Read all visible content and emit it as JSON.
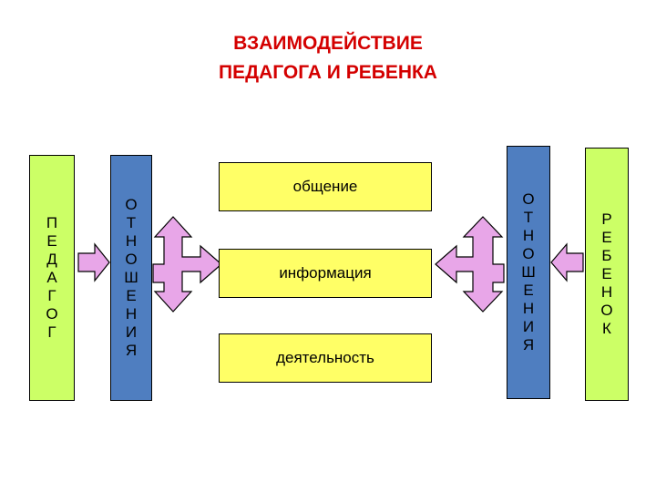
{
  "title": {
    "line1": "ВЗАИМОДЕЙСТВИЕ",
    "line2": "ПЕДАГОГА И РЕБЕНКА"
  },
  "left_actor": {
    "letters": [
      "П",
      "Е",
      "Д",
      "А",
      "Г",
      "О",
      "Г"
    ]
  },
  "left_relations": {
    "letters": [
      "О",
      "Т",
      "Н",
      "О",
      "Ш",
      "Е",
      "Н",
      "И",
      "Я"
    ]
  },
  "right_relations": {
    "letters": [
      "О",
      "Т",
      "Н",
      "О",
      "Ш",
      "Е",
      "Н",
      "И",
      "Я"
    ]
  },
  "right_actor": {
    "letters": [
      "Р",
      "Е",
      "Б",
      "Е",
      "Н",
      "О",
      "К"
    ]
  },
  "center_boxes": {
    "communication": "общение",
    "information": "информация",
    "activity": "деятельность"
  },
  "colors": {
    "title": "#d40000",
    "actor_bar": "#ccff66",
    "relations_bar": "#4f7ec0",
    "center_box": "#ffff66",
    "arrow_fill": "#e8a6e8"
  }
}
